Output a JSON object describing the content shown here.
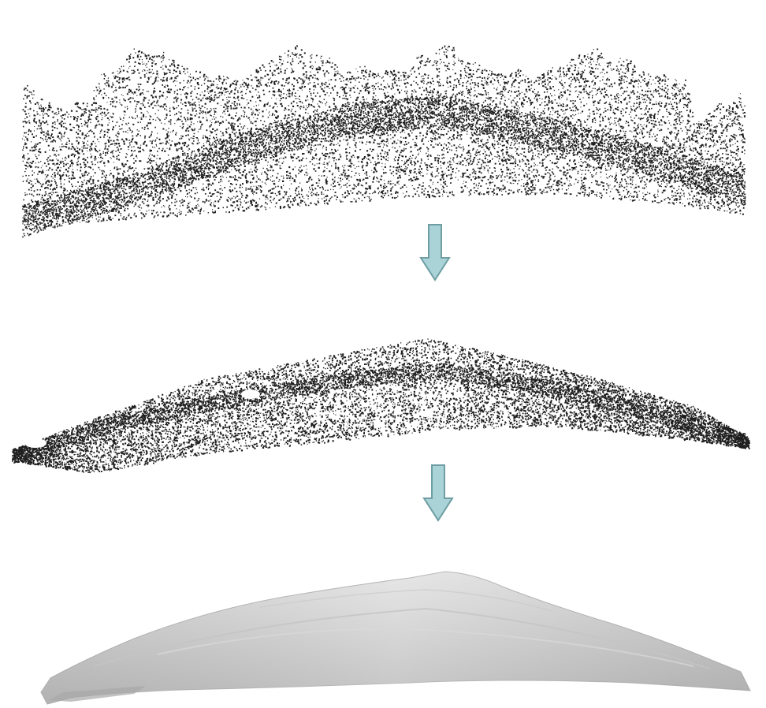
{
  "figure": {
    "stages": [
      {
        "id": "raw-point-cloud",
        "kind": "point-cloud",
        "point_color": "#1e1e1e"
      },
      {
        "id": "filtered-point-cloud",
        "kind": "point-cloud",
        "point_color": "#1e1e1e"
      },
      {
        "id": "reconstructed-surface",
        "kind": "surface-mesh",
        "surface_color": "#d0d0d0"
      }
    ],
    "arrows": [
      {
        "from": "raw-point-cloud",
        "to": "filtered-point-cloud",
        "icon": "down-arrow-icon",
        "fill": "#a9d3d6",
        "stroke": "#6e9ea3"
      },
      {
        "from": "filtered-point-cloud",
        "to": "reconstructed-surface",
        "icon": "down-arrow-icon",
        "fill": "#a9d3d6",
        "stroke": "#6e9ea3"
      }
    ],
    "background": "#ffffff"
  }
}
